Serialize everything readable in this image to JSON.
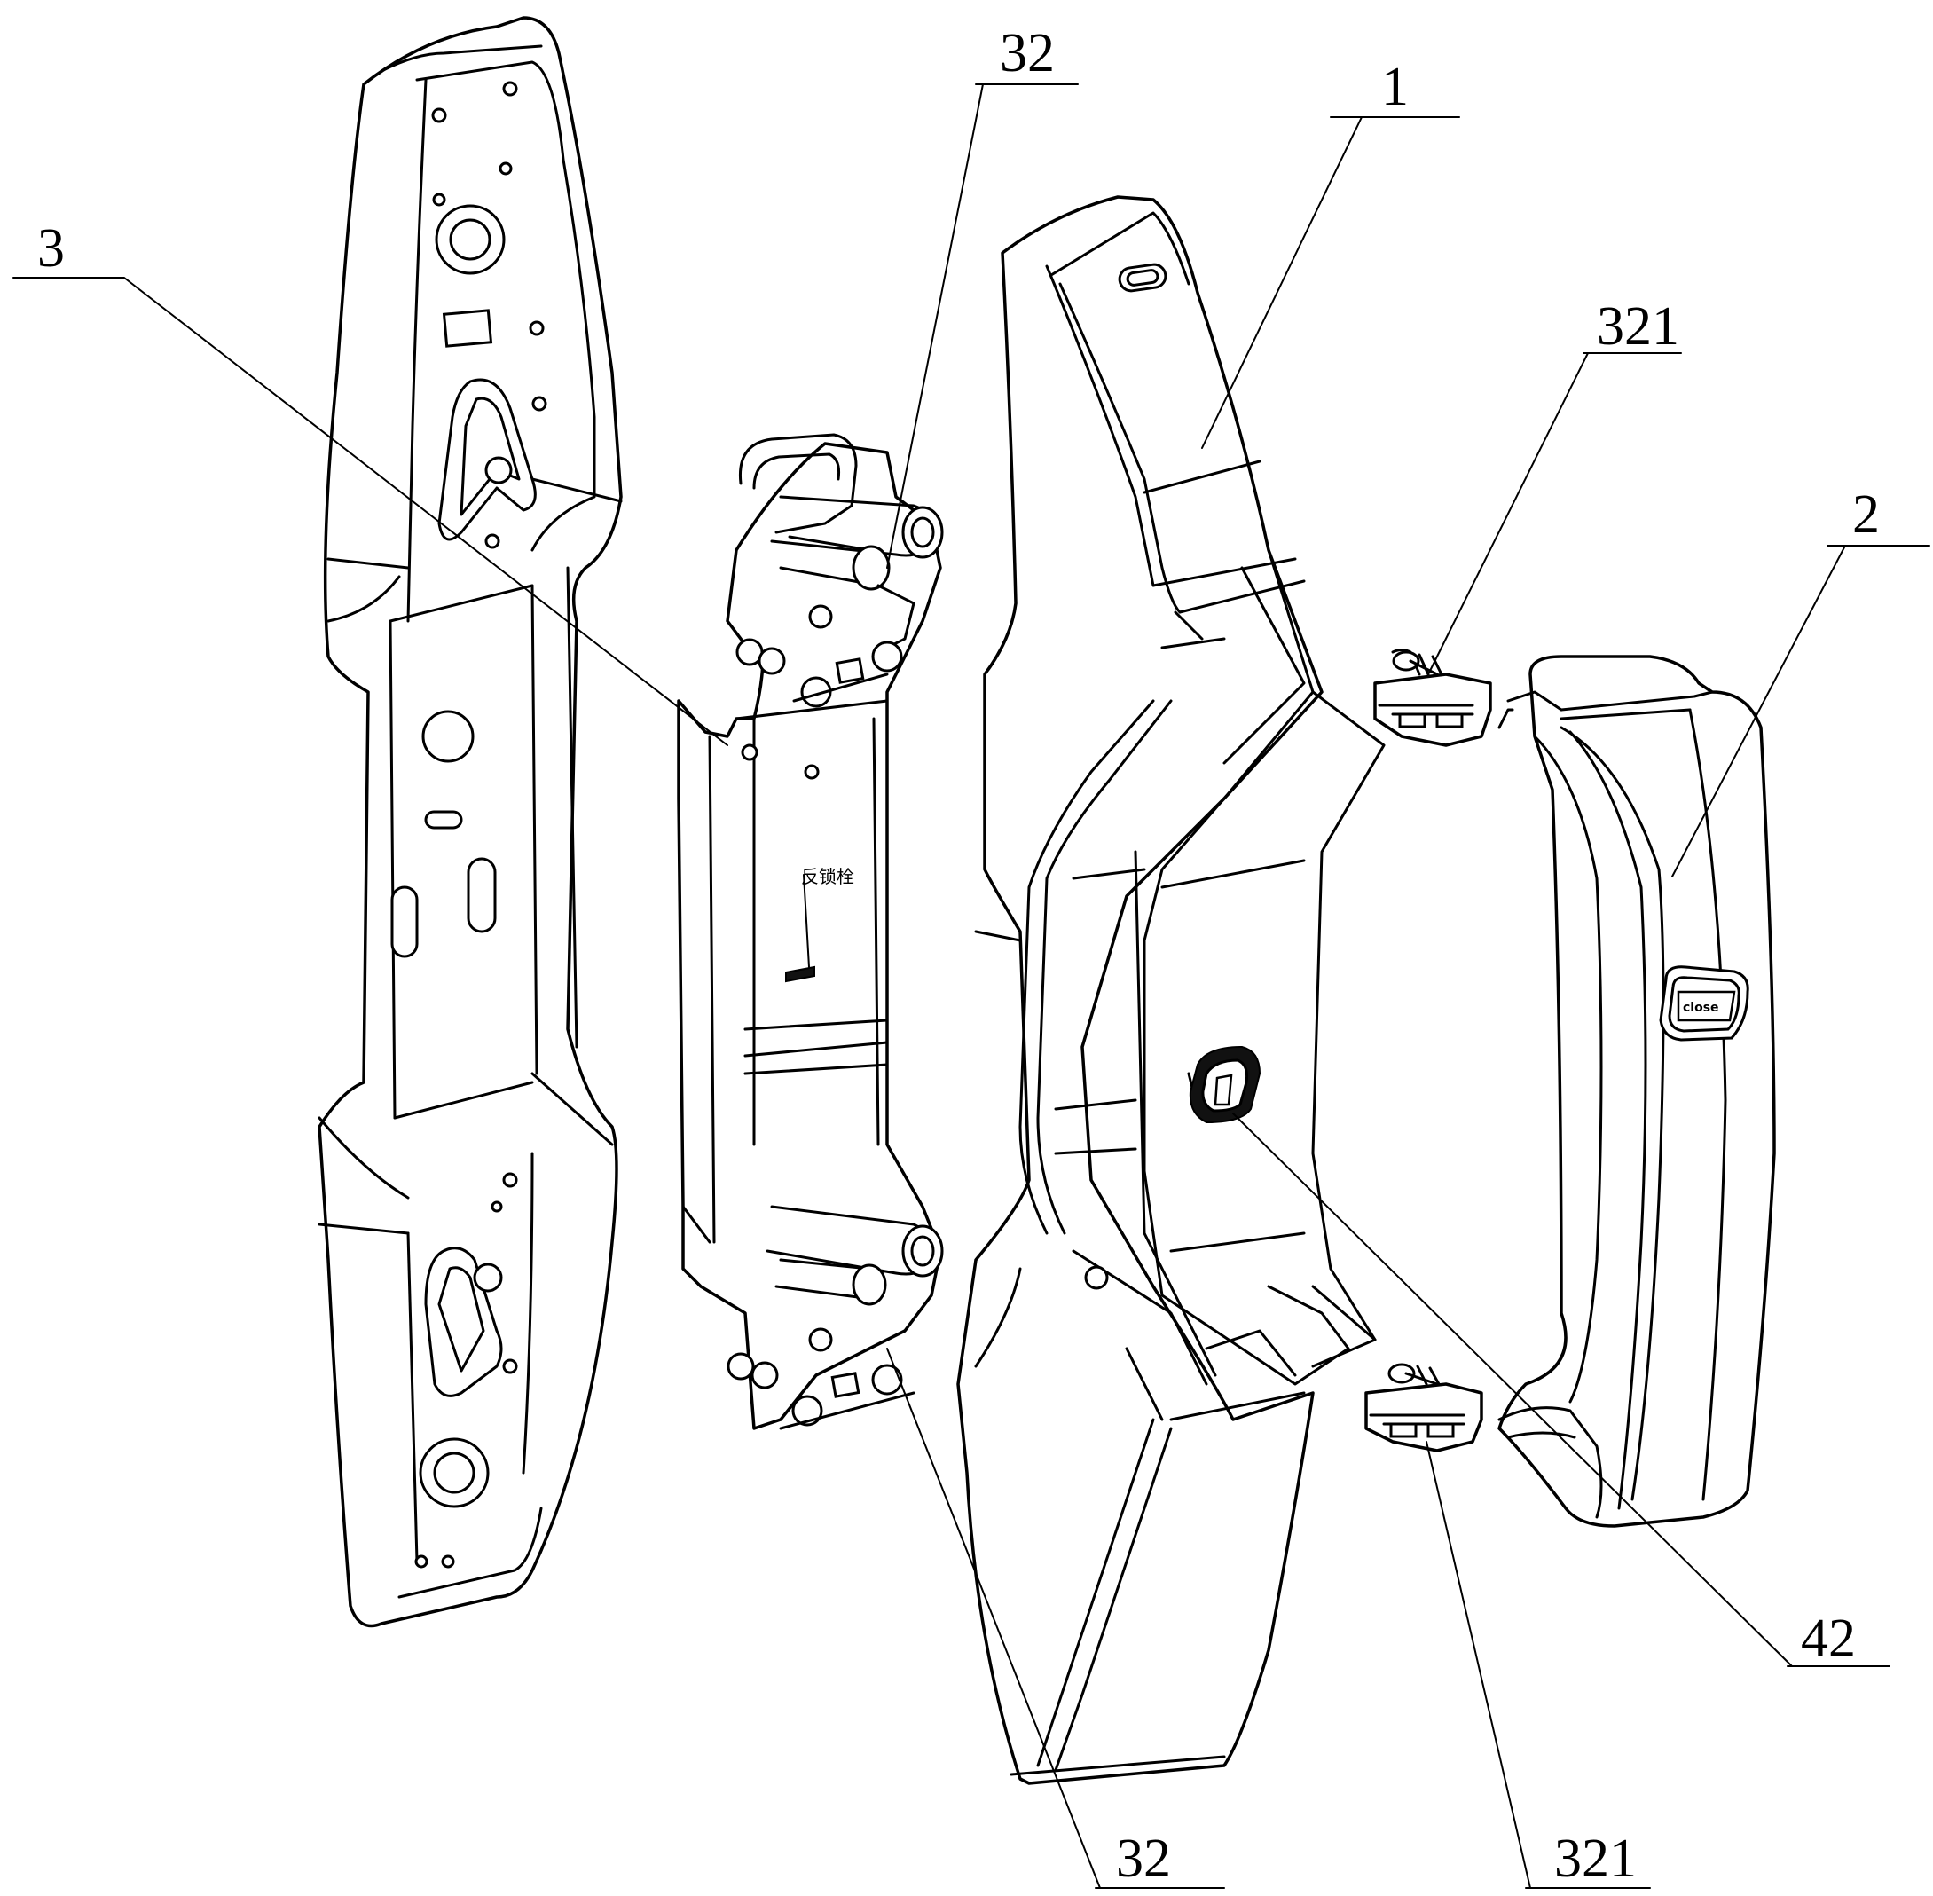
{
  "labels": {
    "l3": "3",
    "l32_top": "32",
    "l1": "1",
    "l321_top": "321",
    "l2": "2",
    "l42": "42",
    "l32_bottom": "32",
    "l321_bottom": "321"
  },
  "annotation": "反锁栓",
  "badge_text": "close"
}
